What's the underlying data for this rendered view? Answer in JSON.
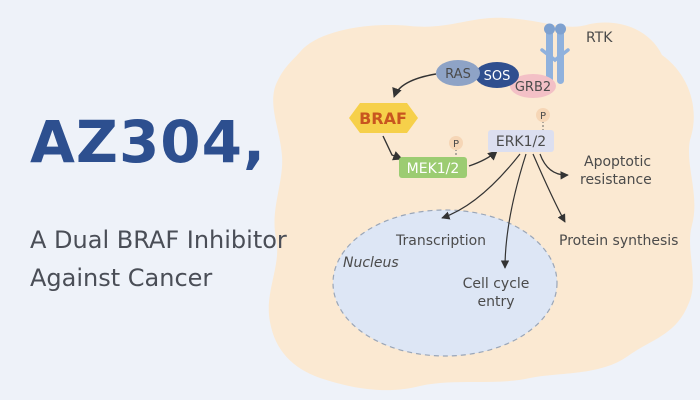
{
  "heading": {
    "title": "AZ304,",
    "subtitle_line1": "A Dual BRAF Inhibitor",
    "subtitle_line2": "Against Cancer"
  },
  "pathway": {
    "receptor": "RTK",
    "ras": "RAS",
    "sos": "SOS",
    "grb2": "GRB2",
    "braf": "BRAF",
    "mek": "MEK1/2",
    "erk": "ERK1/2",
    "phospho": "P",
    "nucleus": "Nucleus",
    "outcomes": {
      "apoptotic_line1": "Apoptotic",
      "apoptotic_line2": "resistance",
      "protein_synthesis": "Protein synthesis",
      "transcription": "Transcription",
      "cell_cycle_line1": "Cell cycle",
      "cell_cycle_line2": "entry"
    }
  },
  "colors": {
    "background": "#eef2f9",
    "cell": "#fbe9d2",
    "nucleus": "#dde6f5",
    "title": "#2d4f8f",
    "braf": "#f6d04a",
    "braf_text": "#c8551f",
    "mek": "#9ccc72",
    "erk": "#dcdff0",
    "ras": "#8ea3c6",
    "sos": "#2f4f8f",
    "grb2": "#f3c0c6",
    "rtk": "#8fb1dd",
    "phospho": "#f6d6b6"
  }
}
